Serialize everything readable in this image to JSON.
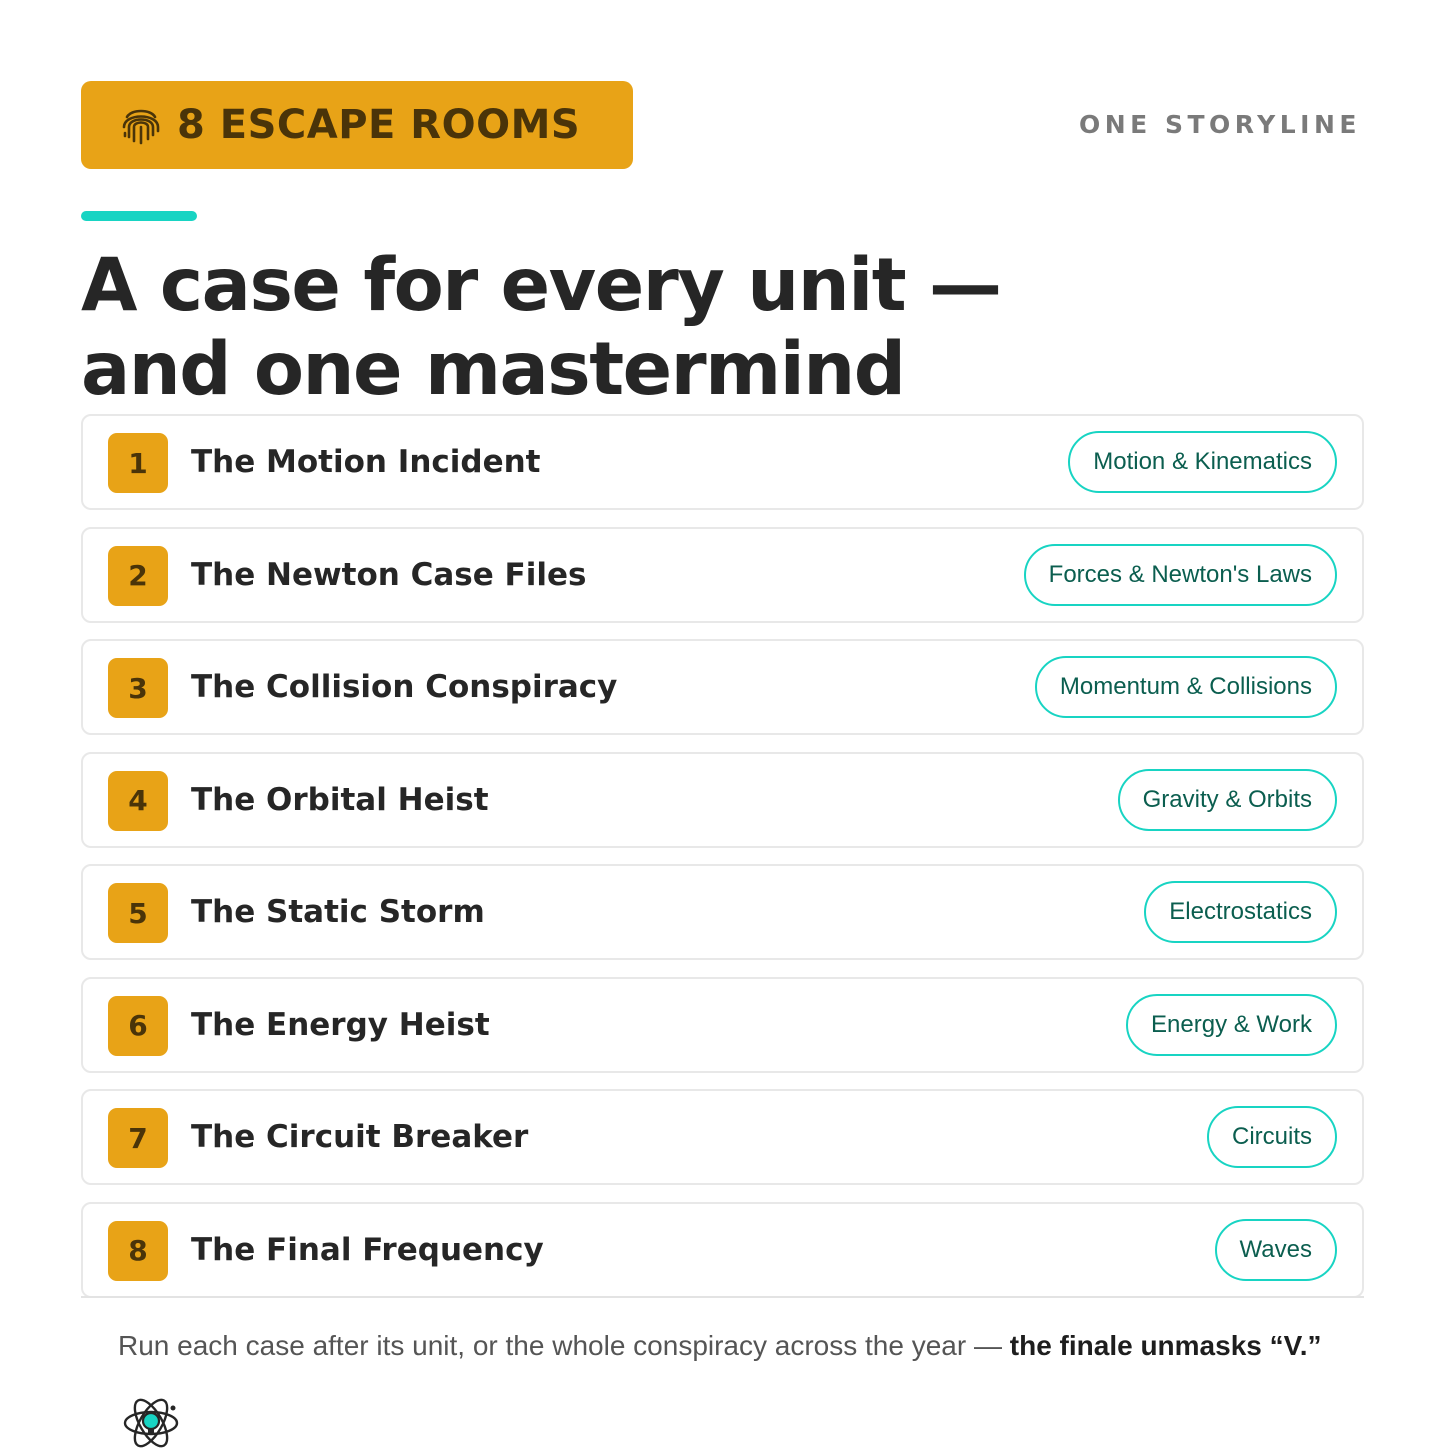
{
  "badge": {
    "icon": "fingerprint-icon",
    "label": "8 ESCAPE ROOMS"
  },
  "kicker": "ONE STORYLINE",
  "headline": {
    "line1": "A case for every unit —",
    "line2": "and one mastermind"
  },
  "cases": [
    {
      "number": "1",
      "title": "The Motion Incident",
      "unit": "Motion & Kinematics"
    },
    {
      "number": "2",
      "title": "The Newton Case Files",
      "unit": "Forces & Newton's Laws"
    },
    {
      "number": "3",
      "title": "The Collision Conspiracy",
      "unit": "Momentum & Collisions"
    },
    {
      "number": "4",
      "title": "The Orbital Heist",
      "unit": "Gravity & Orbits"
    },
    {
      "number": "5",
      "title": "The Static Storm",
      "unit": "Electrostatics"
    },
    {
      "number": "6",
      "title": "The Energy Heist",
      "unit": "Energy & Work"
    },
    {
      "number": "7",
      "title": "The Circuit Breaker",
      "unit": "Circuits"
    },
    {
      "number": "8",
      "title": "The Final Frequency",
      "unit": "Waves"
    }
  ],
  "footer": {
    "text": "Run each case after its unit, or the whole conspiracy across the year — ",
    "emphasis": "the finale unmasks “V.”"
  },
  "logo": {
    "icon": "atom-lightbulb-logo-icon"
  },
  "colors": {
    "gold": "#E8A317",
    "gold_text": "#4A3409",
    "teal": "#18D4C3",
    "teal_text": "#0B5E4F",
    "ink": "#262626"
  }
}
